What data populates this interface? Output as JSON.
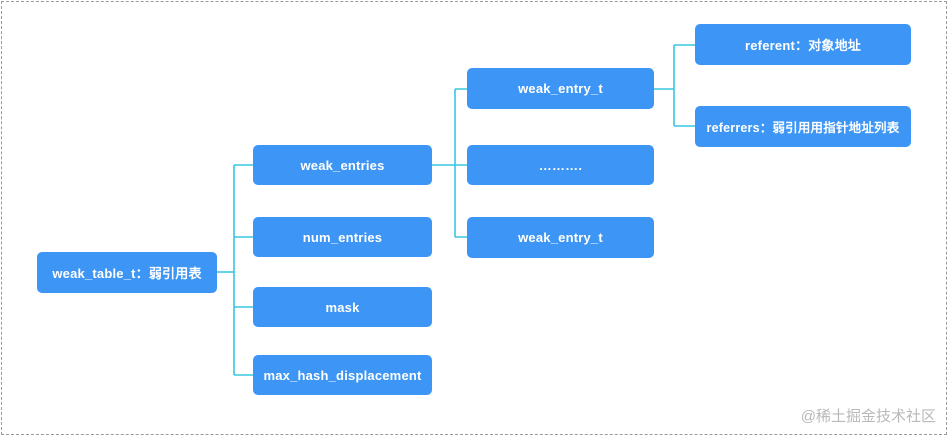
{
  "diagram": {
    "root": "weak_table_t：弱引用表",
    "fields": {
      "weak_entries": "weak_entries",
      "num_entries": "num_entries",
      "mask": "mask",
      "max_hash_displacement": "max_hash_displacement"
    },
    "entries": {
      "first": "weak_entry_t",
      "ellipsis": "……….",
      "last": "weak_entry_t"
    },
    "entry_fields": {
      "referent": "referent：对象地址",
      "referrers": "referrers：弱引用用指针地址列表"
    },
    "colors": {
      "node_fill": "#3d96f5",
      "node_text": "#ffffff",
      "connector": "#39c6e0",
      "border": "#9a9a9a"
    }
  },
  "watermark": "@稀土掘金技术社区"
}
